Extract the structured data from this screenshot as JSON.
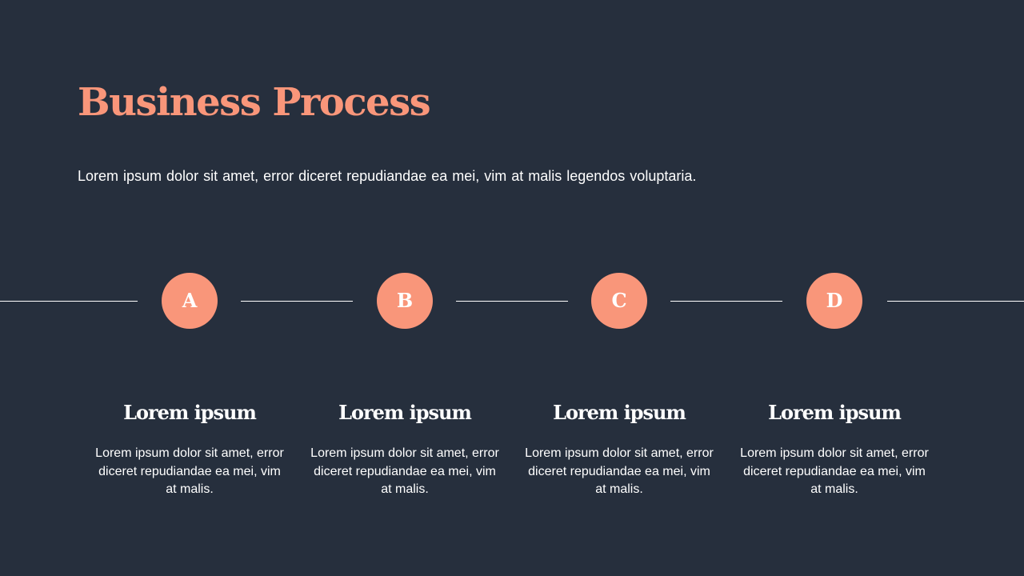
{
  "slide": {
    "title": "Business Process",
    "subtitle": "Lorem ipsum dolor sit amet, error diceret repudiandae ea mei, vim at malis legendos voluptaria."
  },
  "steps": [
    {
      "letter": "A",
      "heading": "Lorem ipsum",
      "text": "Lorem ipsum dolor sit amet, error diceret repudiandae ea mei, vim at malis."
    },
    {
      "letter": "B",
      "heading": "Lorem ipsum",
      "text": "Lorem ipsum dolor sit amet, error diceret repudiandae ea mei, vim at malis."
    },
    {
      "letter": "C",
      "heading": "Lorem ipsum",
      "text": "Lorem ipsum dolor sit amet, error diceret repudiandae ea mei, vim at malis."
    },
    {
      "letter": "D",
      "heading": "Lorem ipsum",
      "text": "Lorem ipsum dolor sit amet, error diceret repudiandae ea mei, vim at malis."
    }
  ],
  "colors": {
    "background": "#262f3d",
    "accent": "#f9967a",
    "text": "#ffffff"
  }
}
